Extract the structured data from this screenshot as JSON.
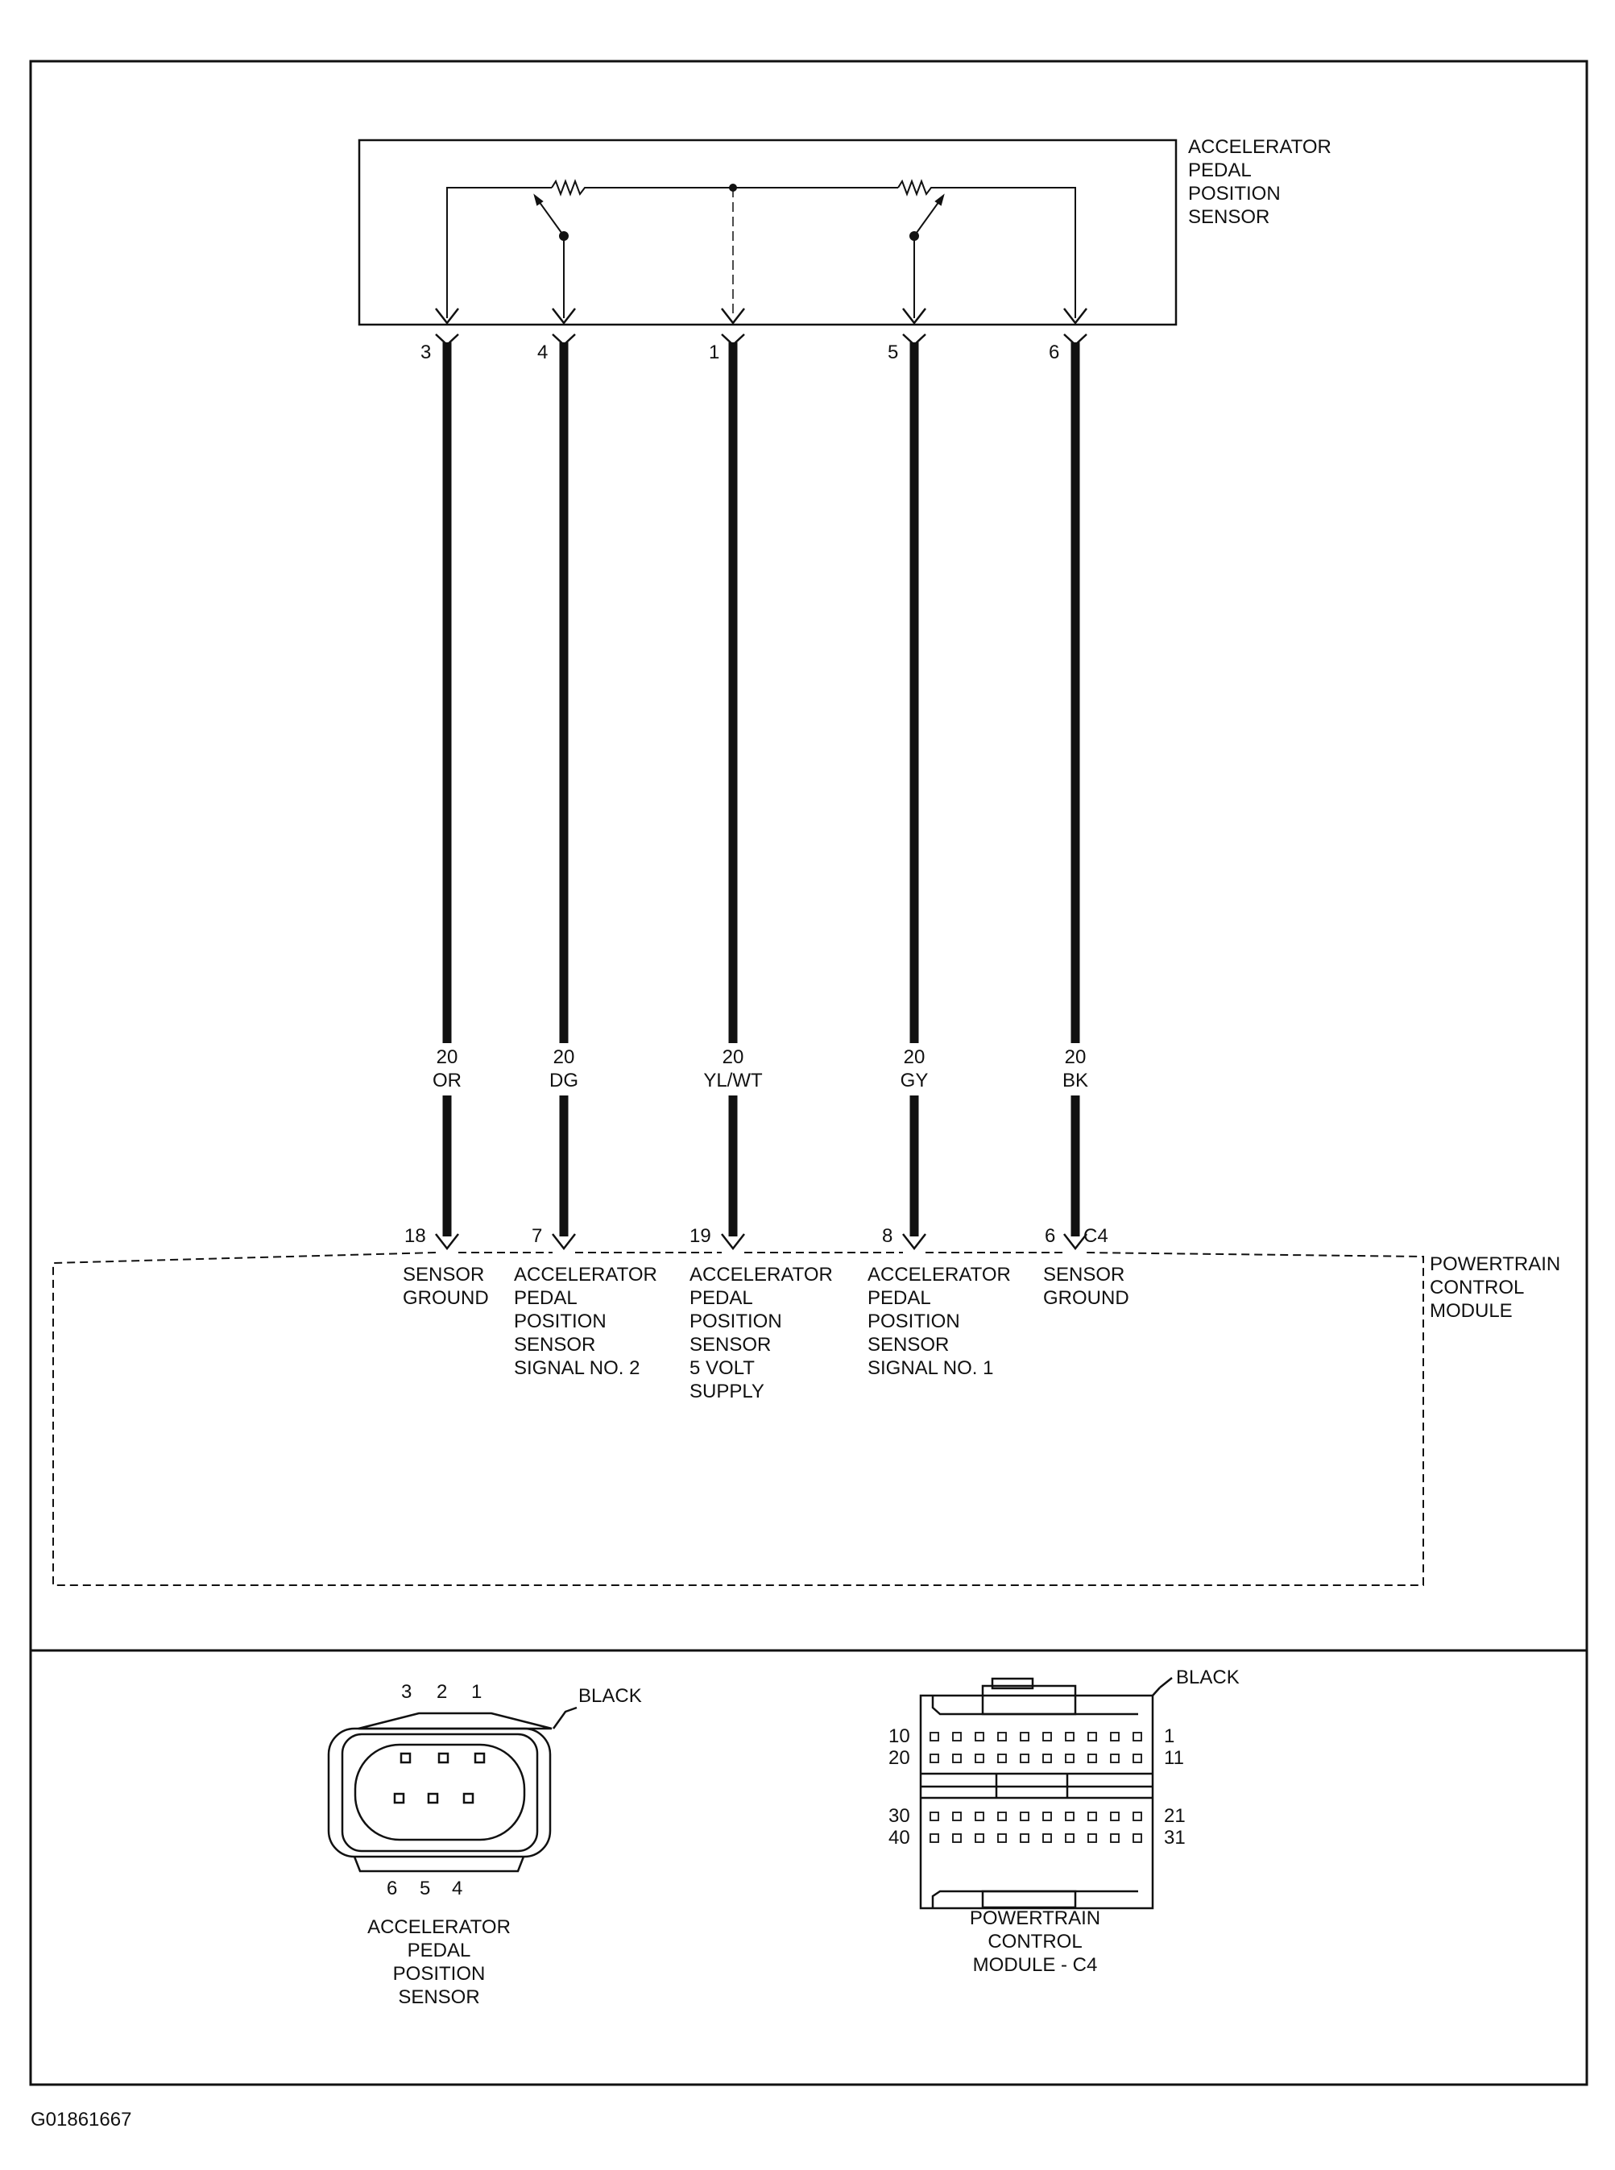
{
  "sensor": {
    "name_lines": [
      "ACCELERATOR",
      "PEDAL",
      "POSITION",
      "SENSOR"
    ],
    "pins": [
      "3",
      "4",
      "1",
      "5",
      "6"
    ]
  },
  "wires": [
    {
      "gauge": "20",
      "color": "OR"
    },
    {
      "gauge": "20",
      "color": "DG"
    },
    {
      "gauge": "20",
      "color": "YL/WT"
    },
    {
      "gauge": "20",
      "color": "GY"
    },
    {
      "gauge": "20",
      "color": "BK"
    }
  ],
  "pcm": {
    "name_lines": [
      "POWERTRAIN",
      "CONTROL",
      "MODULE"
    ],
    "pins": [
      "18",
      "7",
      "19",
      "8",
      "6"
    ],
    "connector_id": "C4",
    "circuits": [
      [
        "SENSOR",
        "GROUND"
      ],
      [
        "ACCELERATOR",
        "PEDAL",
        "POSITION",
        "SENSOR",
        "SIGNAL NO. 2"
      ],
      [
        "ACCELERATOR",
        "PEDAL",
        "POSITION",
        "SENSOR",
        "5 VOLT",
        "SUPPLY"
      ],
      [
        "ACCELERATOR",
        "PEDAL",
        "POSITION",
        "SENSOR",
        "SIGNAL NO. 1"
      ],
      [
        "SENSOR",
        "GROUND"
      ]
    ]
  },
  "connector_views": {
    "sensor": {
      "color_label": "BLACK",
      "top_pins": [
        "3",
        "2",
        "1"
      ],
      "bottom_pins": [
        "6",
        "5",
        "4"
      ],
      "caption_lines": [
        "ACCELERATOR",
        "PEDAL",
        "POSITION",
        "SENSOR"
      ]
    },
    "pcm": {
      "color_label": "BLACK",
      "left_pins": [
        "10",
        "20",
        "30",
        "40"
      ],
      "right_pins": [
        "1",
        "11",
        "21",
        "31"
      ],
      "caption_lines": [
        "POWERTRAIN",
        "CONTROL",
        "MODULE - C4"
      ]
    }
  },
  "figure_id": "G01861667"
}
